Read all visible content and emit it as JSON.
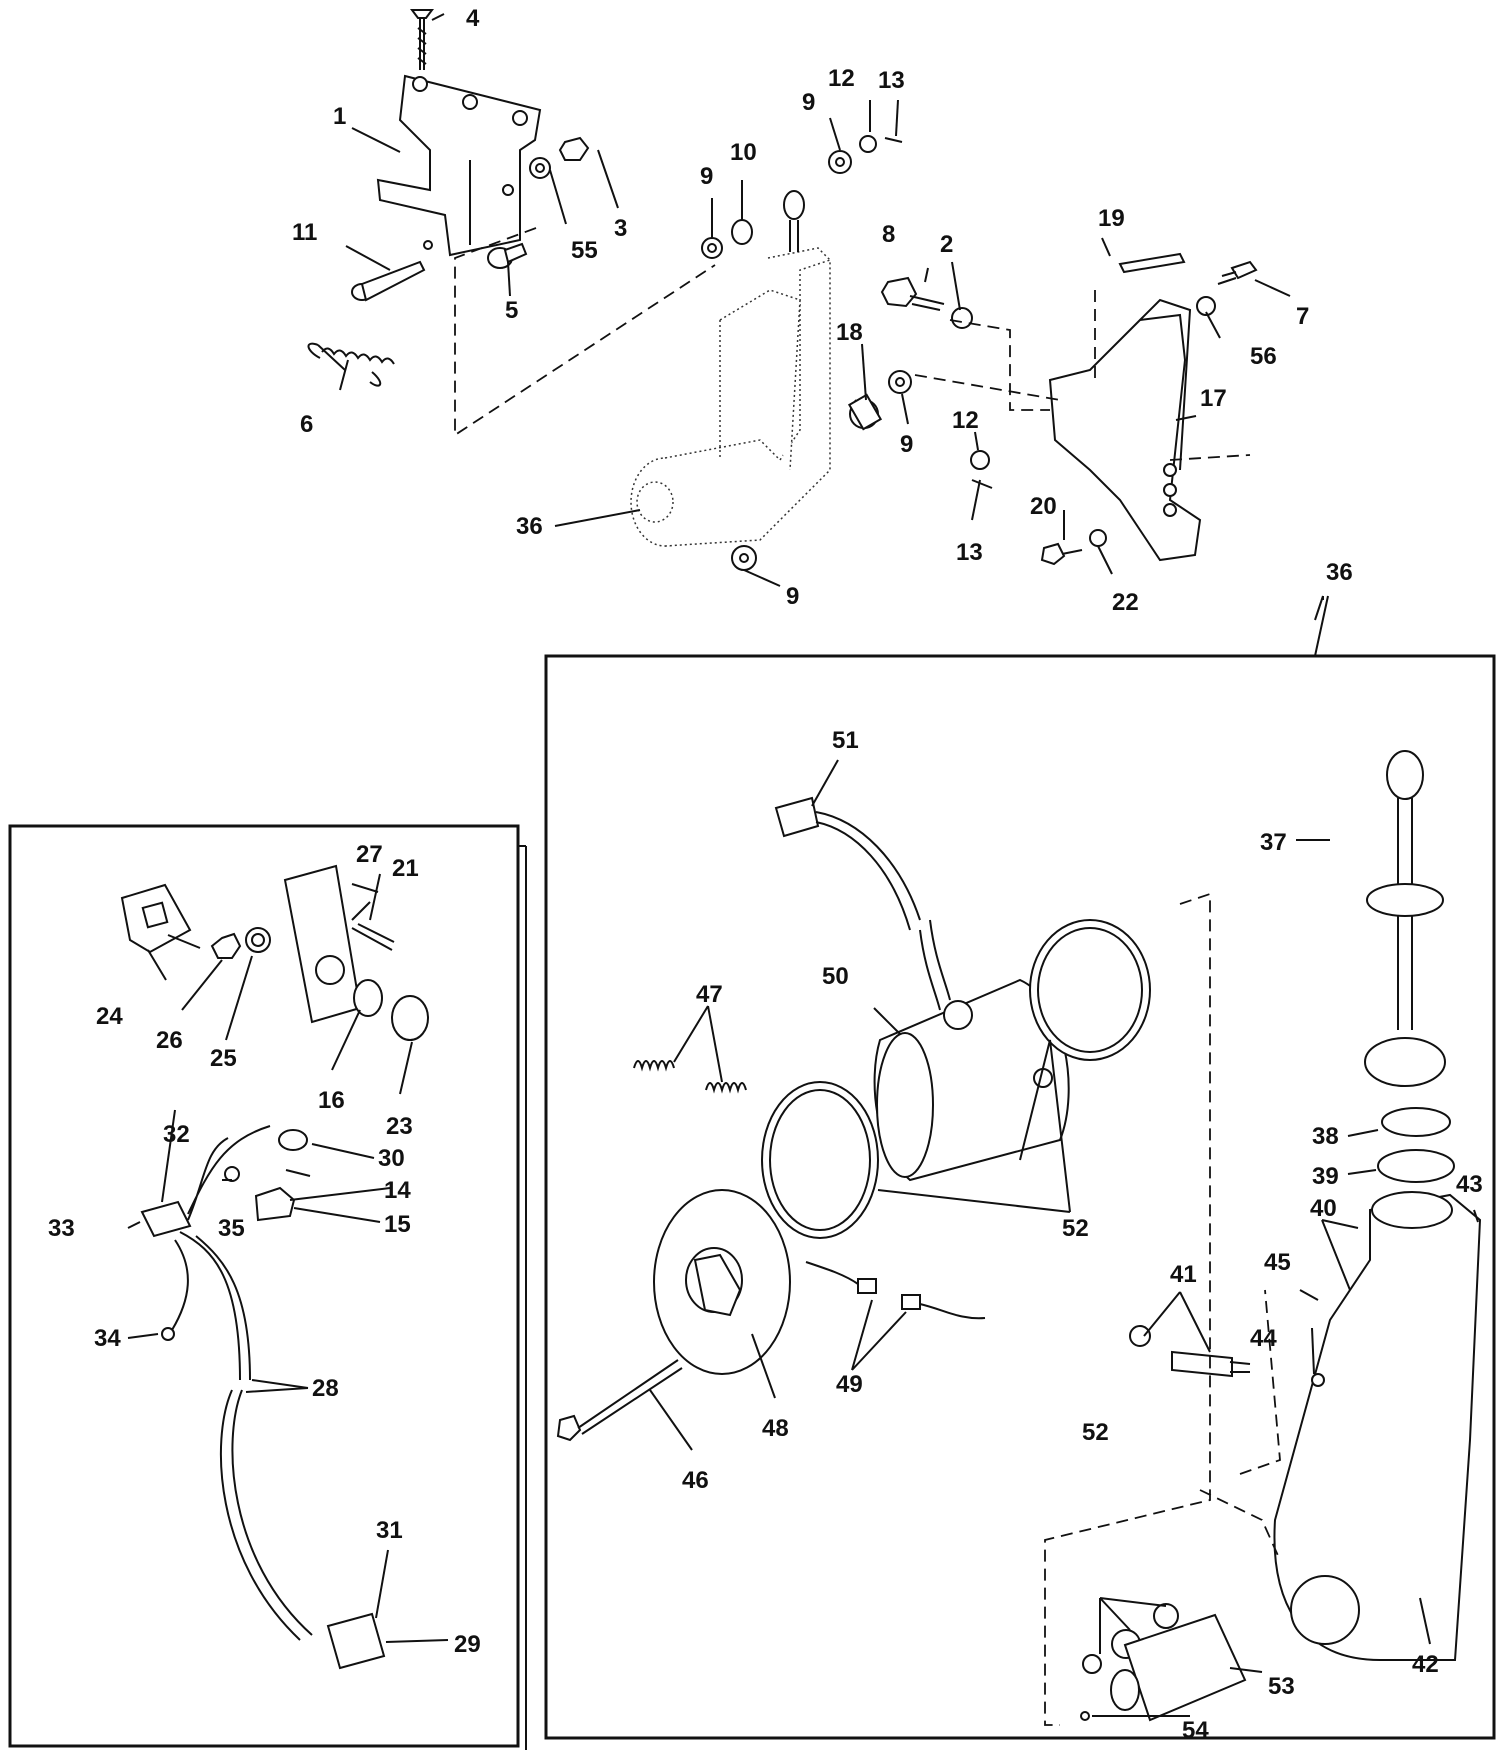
{
  "callouts": {
    "c1": "1",
    "c2": "2",
    "c3": "3",
    "c4": "4",
    "c5": "5",
    "c6": "6",
    "c7": "7",
    "c8": "8",
    "c9a": "9",
    "c9b": "9",
    "c9c": "9",
    "c9d": "9",
    "c10": "10",
    "c11": "11",
    "c12a": "12",
    "c12b": "12",
    "c13a": "13",
    "c13b": "13",
    "c14": "14",
    "c15": "15",
    "c16": "16",
    "c17": "17",
    "c18": "18",
    "c19": "19",
    "c20": "20",
    "c21": "21",
    "c22": "22",
    "c23": "23",
    "c24": "24",
    "c25": "25",
    "c26": "26",
    "c27": "27",
    "c28": "28",
    "c29": "29",
    "c30": "30",
    "c31": "31",
    "c32": "32",
    "c33": "33",
    "c34": "34",
    "c35": "35",
    "c36a": "36",
    "c36b": "36",
    "c37": "37",
    "c38": "38",
    "c39": "39",
    "c40": "40",
    "c41": "41",
    "c42": "42",
    "c43": "43",
    "c44": "44",
    "c45": "45",
    "c46": "46",
    "c47": "47",
    "c48": "48",
    "c49": "49",
    "c50": "50",
    "c51": "51",
    "c52a": "52",
    "c52b": "52",
    "c53": "53",
    "c54": "54",
    "c55": "55",
    "c56": "56"
  },
  "colors": {
    "ink": "#111111",
    "paper": "#ffffff"
  },
  "icons": {
    "mounting-bracket": "bracket-icon",
    "trim-motor": "motor-icon",
    "switch": "toggle-switch-icon",
    "wire-harness": "cable-icon"
  }
}
